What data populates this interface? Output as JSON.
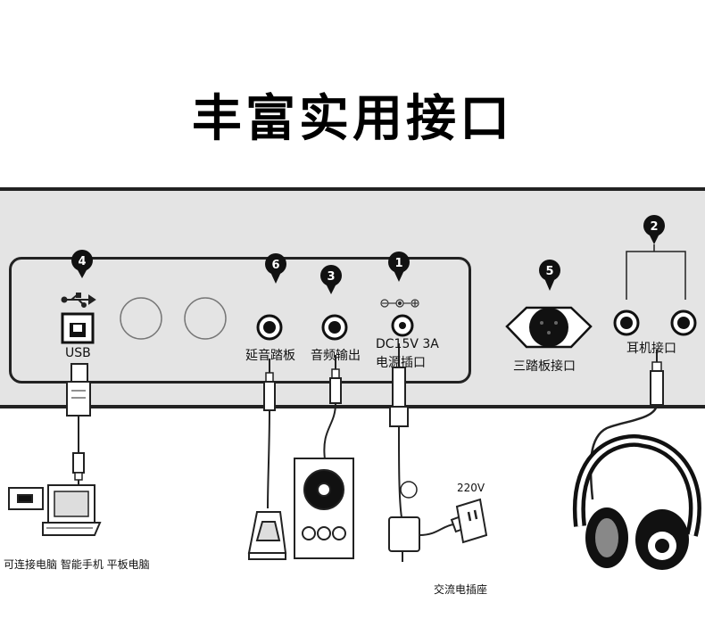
{
  "title": "丰富实用接口",
  "ports": {
    "usb": {
      "number": "4",
      "label": "USB"
    },
    "pedal": {
      "number": "6",
      "label": "延音踏板"
    },
    "audio_out": {
      "number": "3",
      "label": "音频输出"
    },
    "power": {
      "number": "1",
      "label_line1": "DC15V  3A",
      "label_line2": "电源插口"
    },
    "three_pedal": {
      "number": "5",
      "label": "三踏板接口"
    },
    "headphone": {
      "number": "2",
      "label": "耳机接口"
    }
  },
  "devices": {
    "computer_caption": "可连接电脑 智能手机 平板电脑",
    "voltage_label": "220V",
    "outlet_caption": "交流电插座"
  }
}
